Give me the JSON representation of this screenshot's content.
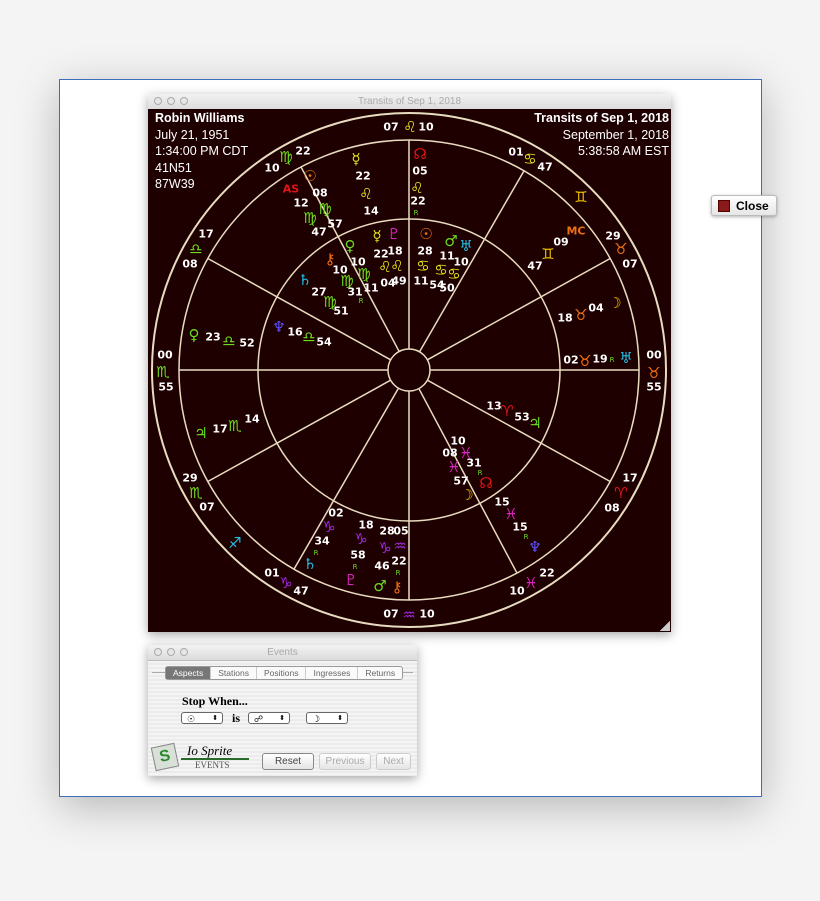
{
  "chart_window": {
    "title": "Transits of Sep 1, 2018"
  },
  "header_left": [
    "Robin Williams",
    "July 21, 1951",
    "1:34:00 PM CDT",
    "41N51",
    "87W39"
  ],
  "header_right": [
    "Transits of Sep 1, 2018",
    "September 1, 2018",
    "5:38:58 AM EST"
  ],
  "colors": {
    "w": "#ffffff",
    "y": "#e6e61e",
    "g": "#6edc1e",
    "o": "#f07014",
    "r": "#e41414",
    "c": "#22c0e6",
    "m": "#e020c8",
    "p": "#a428e6",
    "b": "#5a50ff",
    "gd": "#f0c400",
    "bg": "#1e0000",
    "line": "#e8dcc0"
  },
  "labels": [
    [
      "07",
      "w"
    ],
    [
      "♌",
      "y"
    ],
    [
      "10",
      "w"
    ],
    [
      "22",
      "w"
    ],
    [
      "♍",
      "g"
    ],
    [
      "10",
      "w"
    ],
    [
      "☉",
      "o"
    ],
    [
      "08",
      "w"
    ],
    [
      "AS",
      "r"
    ],
    [
      "12",
      "w"
    ],
    [
      "♍",
      "g"
    ],
    [
      "♍",
      "g"
    ],
    [
      "57",
      "w"
    ],
    [
      "47",
      "w"
    ],
    [
      "☿",
      "y"
    ],
    [
      "22",
      "w"
    ],
    [
      "♌",
      "y"
    ],
    [
      "14",
      "w"
    ],
    [
      "☊",
      "r"
    ],
    [
      "05",
      "w"
    ],
    [
      "♌",
      "y"
    ],
    [
      "22",
      "w"
    ],
    [
      "R",
      "g"
    ],
    [
      "01",
      "w"
    ],
    [
      "♋",
      "y"
    ],
    [
      "47",
      "w"
    ],
    [
      "♊",
      "gd"
    ],
    [
      "MC",
      "o"
    ],
    [
      "09",
      "w"
    ],
    [
      "♊",
      "gd"
    ],
    [
      "47",
      "w"
    ],
    [
      "29",
      "w"
    ],
    [
      "♉",
      "o"
    ],
    [
      "07",
      "w"
    ],
    [
      "17",
      "w"
    ],
    [
      "♎",
      "g"
    ],
    [
      "08",
      "w"
    ],
    [
      "♀",
      "g"
    ],
    [
      "10",
      "w"
    ],
    [
      "☿",
      "y"
    ],
    [
      "♇",
      "m"
    ],
    [
      "22",
      "w"
    ],
    [
      "18",
      "w"
    ],
    [
      "☉",
      "o"
    ],
    [
      "28",
      "w"
    ],
    [
      "♂",
      "g"
    ],
    [
      "♅",
      "c"
    ],
    [
      "11",
      "w"
    ],
    [
      "10",
      "w"
    ],
    [
      "⚷",
      "o"
    ],
    [
      "10",
      "w"
    ],
    [
      "♍",
      "g"
    ],
    [
      "31",
      "w"
    ],
    [
      "♍",
      "g"
    ],
    [
      "11",
      "w"
    ],
    [
      "R",
      "g"
    ],
    [
      "♌",
      "y"
    ],
    [
      "♌",
      "y"
    ],
    [
      "04",
      "w"
    ],
    [
      "49",
      "w"
    ],
    [
      "♋",
      "y"
    ],
    [
      "11",
      "w"
    ],
    [
      "♋",
      "y"
    ],
    [
      "♋",
      "y"
    ],
    [
      "54",
      "w"
    ],
    [
      "50",
      "w"
    ],
    [
      "♄",
      "c"
    ],
    [
      "27",
      "w"
    ],
    [
      "♍",
      "g"
    ],
    [
      "51",
      "w"
    ],
    [
      "☽",
      "gd"
    ],
    [
      "04",
      "w"
    ],
    [
      "♉",
      "o"
    ],
    [
      "18",
      "w"
    ],
    [
      "♆",
      "b"
    ],
    [
      "16",
      "w"
    ],
    [
      "♎",
      "g"
    ],
    [
      "54",
      "w"
    ],
    [
      "♀",
      "g"
    ],
    [
      "23",
      "w"
    ],
    [
      "♎",
      "g"
    ],
    [
      "52",
      "w"
    ],
    [
      "00",
      "w"
    ],
    [
      "♏",
      "g"
    ],
    [
      "55",
      "w"
    ],
    [
      "02",
      "w"
    ],
    [
      "♉",
      "o"
    ],
    [
      "19",
      "w"
    ],
    [
      "R",
      "g"
    ],
    [
      "♅",
      "c"
    ],
    [
      "00",
      "w"
    ],
    [
      "♉",
      "o"
    ],
    [
      "55",
      "w"
    ],
    [
      "13",
      "w"
    ],
    [
      "♈",
      "r"
    ],
    [
      "53",
      "w"
    ],
    [
      "♃",
      "g"
    ],
    [
      "♃",
      "g"
    ],
    [
      "17",
      "w"
    ],
    [
      "♏",
      "g"
    ],
    [
      "14",
      "w"
    ],
    [
      "10",
      "w"
    ],
    [
      "08",
      "w"
    ],
    [
      "♓",
      "m"
    ],
    [
      "♓",
      "m"
    ],
    [
      "31",
      "w"
    ],
    [
      "R",
      "g"
    ],
    [
      "57",
      "w"
    ],
    [
      "☊",
      "r"
    ],
    [
      "☽",
      "gd"
    ],
    [
      "29",
      "w"
    ],
    [
      "♏",
      "g"
    ],
    [
      "07",
      "w"
    ],
    [
      "17",
      "w"
    ],
    [
      "♈",
      "r"
    ],
    [
      "08",
      "w"
    ],
    [
      "15",
      "w"
    ],
    [
      "♓",
      "m"
    ],
    [
      "15",
      "w"
    ],
    [
      "R",
      "g"
    ],
    [
      "♆",
      "b"
    ],
    [
      "♐",
      "c"
    ],
    [
      "02",
      "w"
    ],
    [
      "♑",
      "p"
    ],
    [
      "34",
      "w"
    ],
    [
      "R",
      "g"
    ],
    [
      "♄",
      "c"
    ],
    [
      "18",
      "w"
    ],
    [
      "♑",
      "p"
    ],
    [
      "58",
      "w"
    ],
    [
      "R",
      "g"
    ],
    [
      "♇",
      "m"
    ],
    [
      "28",
      "w"
    ],
    [
      "05",
      "w"
    ],
    [
      "♑",
      "p"
    ],
    [
      "♒",
      "p"
    ],
    [
      "46",
      "w"
    ],
    [
      "22",
      "w"
    ],
    [
      "R",
      "g"
    ],
    [
      "♂",
      "g"
    ],
    [
      "⚷",
      "o"
    ],
    [
      "01",
      "w"
    ],
    [
      "♑",
      "p"
    ],
    [
      "47",
      "w"
    ],
    [
      "♓",
      "m"
    ],
    [
      "22",
      "w"
    ],
    [
      "10",
      "w"
    ],
    [
      "07",
      "w"
    ],
    [
      "♒",
      "p"
    ],
    [
      "10",
      "w"
    ]
  ],
  "close_button": {
    "label": "Close"
  },
  "events": {
    "title": "Events",
    "tabs": [
      "Aspects",
      "Stations",
      "Positions",
      "Ingresses",
      "Returns"
    ],
    "active_tab": "Aspects",
    "stop_when": "Stop When...",
    "select1": "☉",
    "is": "is",
    "select2": "☍",
    "select3": "☽",
    "reset": "Reset",
    "previous": "Previous",
    "next": "Next",
    "logo_name": "Io Sprite",
    "logo_sub": "EVENTS"
  }
}
